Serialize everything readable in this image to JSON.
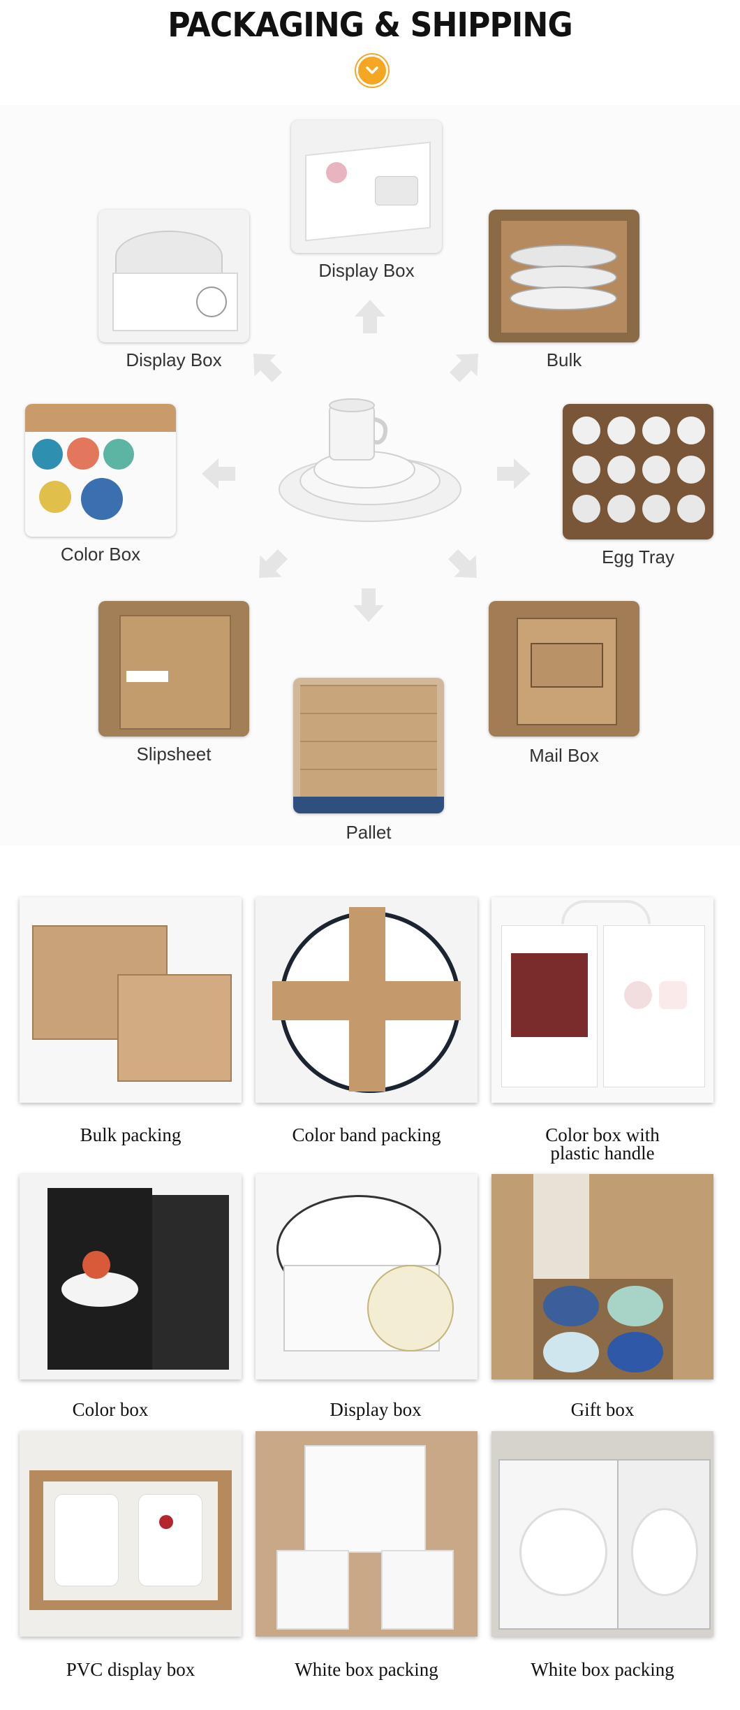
{
  "header": {
    "title": "PACKAGING & SHIPPING",
    "badge_icon": "chevron-down-icon",
    "accent": "#f5a623"
  },
  "hub": {
    "center_icon": "dinnerware-set",
    "items": [
      {
        "label": "Display Box"
      },
      {
        "label": "Display Box"
      },
      {
        "label": "Bulk"
      },
      {
        "label": "Color Box"
      },
      {
        "label": "Egg Tray"
      },
      {
        "label": "Slipsheet"
      },
      {
        "label": "Mail Box"
      },
      {
        "label": "Pallet"
      }
    ]
  },
  "gallery": {
    "items": [
      {
        "label": "Bulk packing"
      },
      {
        "label": "Color band packing"
      },
      {
        "label": "Color box with",
        "label2": "plastic handle"
      },
      {
        "label": "Color box"
      },
      {
        "label": "Display box"
      },
      {
        "label": "Gift box"
      },
      {
        "label": "PVC display box"
      },
      {
        "label": "White box packing"
      },
      {
        "label": "White box packing"
      }
    ]
  }
}
